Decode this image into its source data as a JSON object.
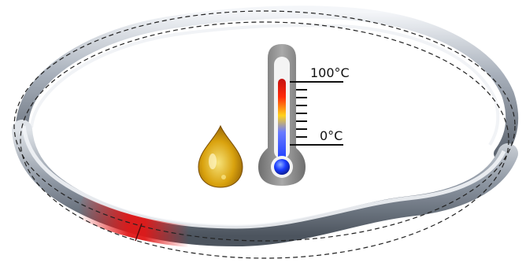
{
  "scene": {
    "subject": "metal-ring-with-oil-drop-and-thermometer",
    "elements": [
      "wavy-steel-ring",
      "dashed-reference-ellipse",
      "heated-ring-section",
      "oil-drop",
      "thermometer"
    ]
  },
  "thermometer": {
    "upper_label": "100°C",
    "lower_label": "0°C",
    "minor_tick_count": 7,
    "gradient_colors": [
      "#1a3cff",
      "#ffd21a",
      "#ff2a0a",
      "#c41212"
    ]
  },
  "ring": {
    "steel_colors": [
      "#f4f6f9",
      "#a7afba",
      "#5d6570"
    ],
    "heat_color": "#e01818"
  },
  "oil_drop": {
    "colors": [
      "#f6e27a",
      "#d9a20e",
      "#8a5a05"
    ]
  }
}
